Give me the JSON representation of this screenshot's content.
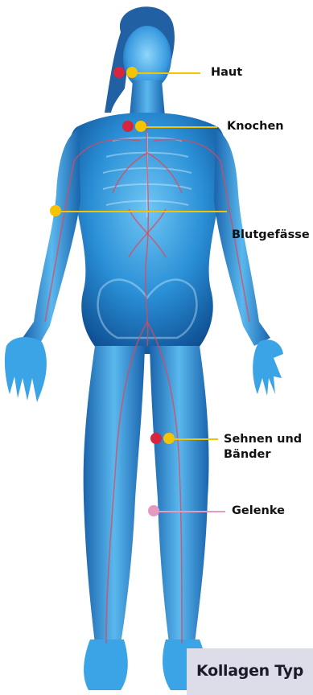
{
  "colors": {
    "marker_red": "#d8243c",
    "marker_yellow": "#f5c400",
    "marker_pink": "#e79ac0",
    "line_yellow": "#f5c400",
    "line_pink": "#e79ac0",
    "badge_bg": "#dcdde8"
  },
  "annotations": [
    {
      "id": "haut",
      "label": "Haut",
      "markers": [
        "red",
        "yellow"
      ],
      "line": "yellow"
    },
    {
      "id": "knochen",
      "label": "Knochen",
      "markers": [
        "red",
        "yellow"
      ],
      "line": "yellow"
    },
    {
      "id": "blutgefaesse",
      "label": "Blutgefässe",
      "markers": [
        "yellow"
      ],
      "line": "yellow"
    },
    {
      "id": "sehnen",
      "label": "Sehnen und\nBänder",
      "markers": [
        "red",
        "yellow"
      ],
      "line": "yellow"
    },
    {
      "id": "gelenke",
      "label": "Gelenke",
      "markers": [
        "pink"
      ],
      "line": "pink"
    }
  ],
  "badge": {
    "text": "Kollagen Typ"
  }
}
